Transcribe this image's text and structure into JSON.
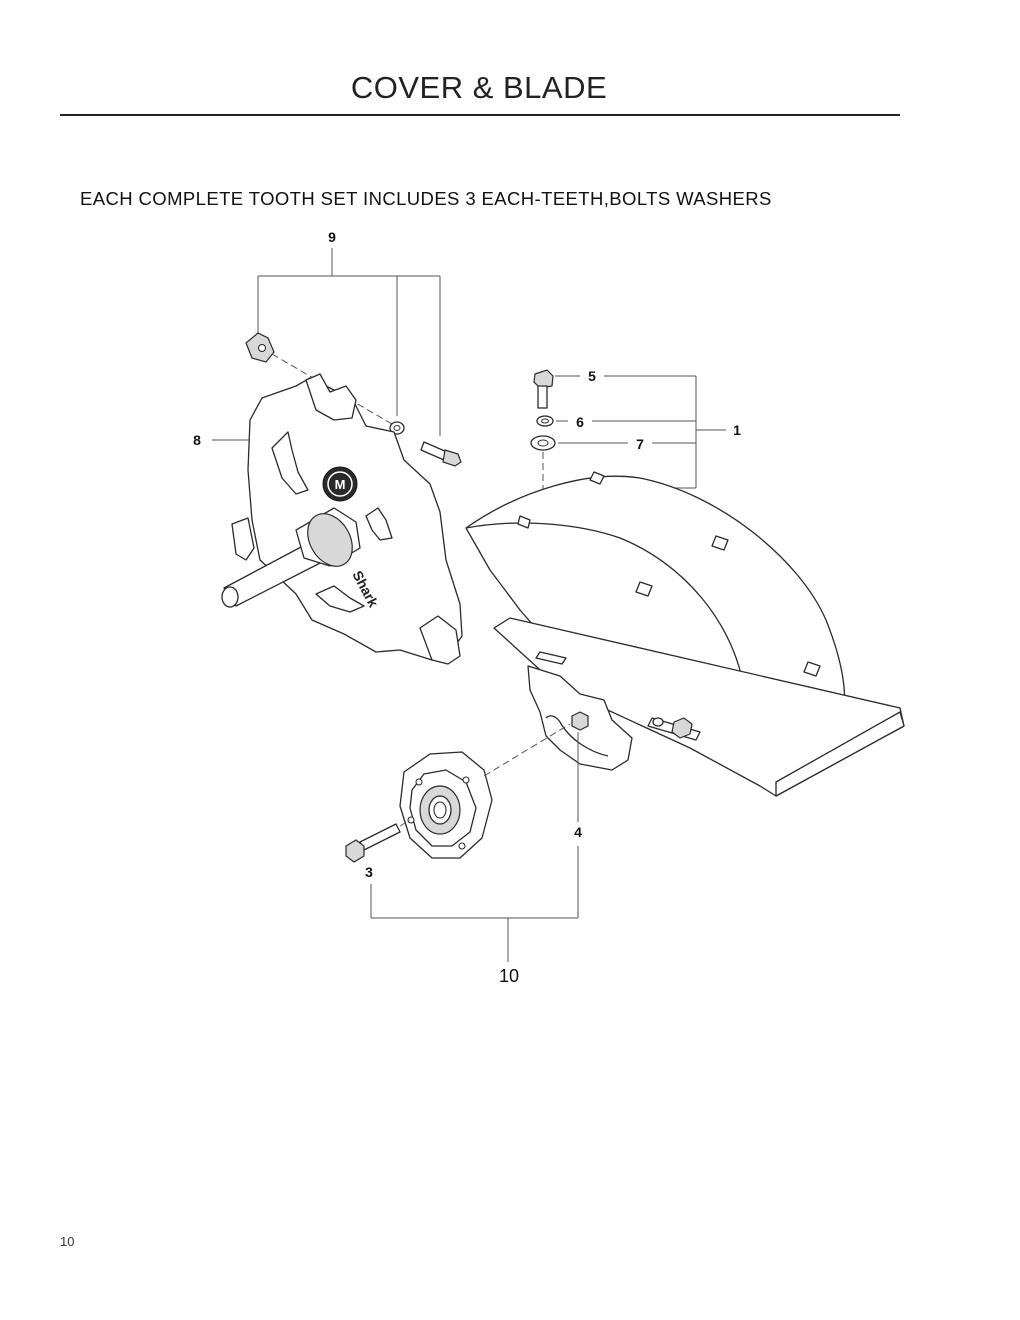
{
  "header": {
    "title": "COVER & BLADE",
    "subtitle": "EACH COMPLETE TOOTH SET INCLUDES 3 EACH-TEETH,BOLTS WASHERS"
  },
  "diagram": {
    "callouts": {
      "c1": "1",
      "c3": "3",
      "c4": "4",
      "c5": "5",
      "c6": "6",
      "c7": "7",
      "c8": "8",
      "c9": "9",
      "c10": "10"
    },
    "blade_logo_text": "Shark"
  },
  "footer": {
    "page_number": "10"
  }
}
